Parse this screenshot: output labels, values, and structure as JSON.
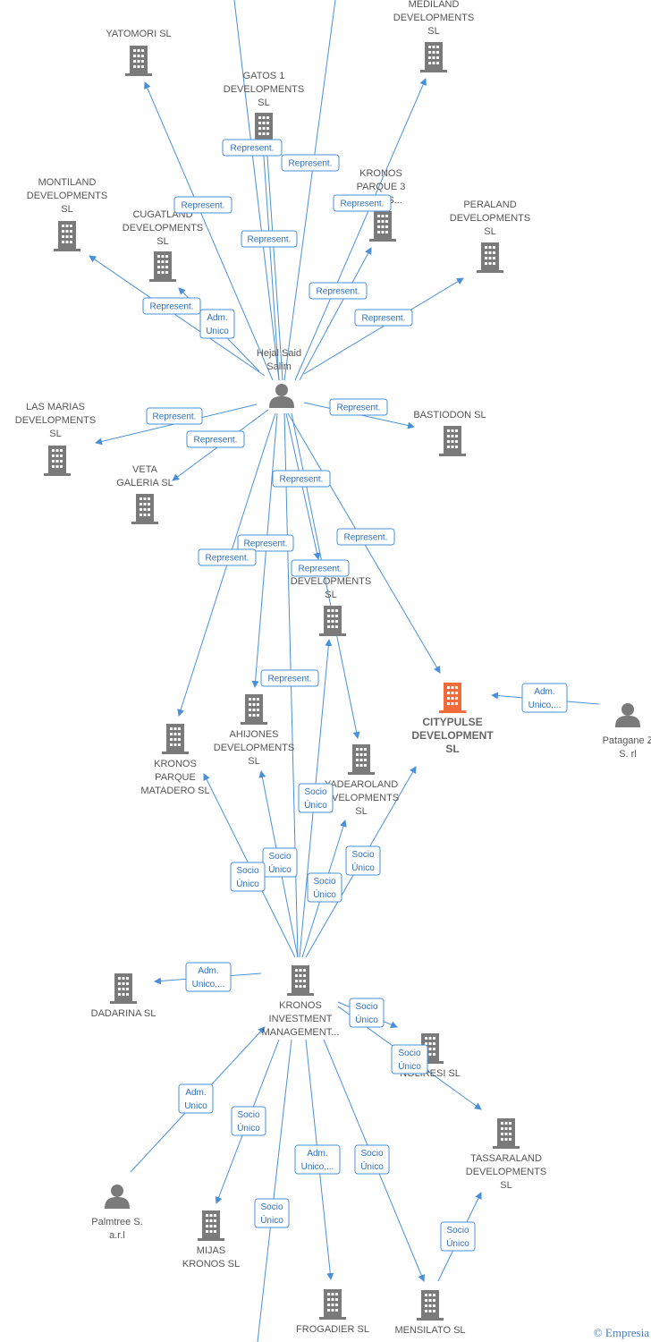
{
  "colors": {
    "edge": "#4a90d9",
    "node": "#7a7a7a",
    "highlight": "#f26b3a",
    "edge_label_text": "#2f6fbf"
  },
  "nodes": [
    {
      "id": "hejal",
      "type": "person",
      "label": [
        "Hejal Said",
        "Salim"
      ]
    },
    {
      "id": "patagane",
      "type": "person",
      "label": [
        "Patagane Z",
        "S. rl"
      ]
    },
    {
      "id": "palmtree",
      "type": "person",
      "label": [
        "Palmtree S.",
        "a.r.l"
      ]
    },
    {
      "id": "yatomori",
      "type": "company",
      "label": [
        "YATOMORI  SL"
      ]
    },
    {
      "id": "mediland",
      "type": "company",
      "label": [
        "MEDILAND",
        "DEVELOPMENTS",
        "SL"
      ]
    },
    {
      "id": "gatos",
      "type": "company",
      "label": [
        "GATOS 1",
        "DEVELOPMENTS",
        "SL"
      ]
    },
    {
      "id": "kronosp3",
      "type": "company",
      "label": [
        "KRONOS",
        "PARQUE 3",
        "...ENTS..."
      ]
    },
    {
      "id": "montiland",
      "type": "company",
      "label": [
        "MONTILAND",
        "DEVELOPMENTS",
        "SL"
      ]
    },
    {
      "id": "cugatland",
      "type": "company",
      "label": [
        "CUGATLAND",
        "DEVELOPMENTS",
        "SL"
      ]
    },
    {
      "id": "peraland",
      "type": "company",
      "label": [
        "PERALAND",
        "DEVELOPMENTS",
        "SL"
      ]
    },
    {
      "id": "lasmarias",
      "type": "company",
      "label": [
        "LAS MARIAS",
        "DEVELOPMENTS",
        "SL"
      ]
    },
    {
      "id": "bastiodon",
      "type": "company",
      "label": [
        "BASTIODON  SL"
      ]
    },
    {
      "id": "veta",
      "type": "company",
      "label": [
        "VETA",
        "GALERIA  SL"
      ]
    },
    {
      "id": "and",
      "type": "company",
      "label": [
        "...AND",
        "DEVELOPMENTS",
        "SL"
      ]
    },
    {
      "id": "citypulse",
      "type": "company",
      "highlight": true,
      "label": [
        "CITYPULSE",
        "DEVELOPMENT",
        "SL"
      ]
    },
    {
      "id": "ahijones",
      "type": "company",
      "label": [
        "AHIJONES",
        "DEVELOPMENTS",
        "SL"
      ]
    },
    {
      "id": "kronospm",
      "type": "company",
      "label": [
        "KRONOS",
        "PARQUE",
        "MATADERO  SL"
      ]
    },
    {
      "id": "yadearoland",
      "type": "company",
      "label": [
        "YADEAROLAND",
        "...VELOPMENTS",
        "SL"
      ]
    },
    {
      "id": "kronosinv",
      "type": "company",
      "label": [
        "KRONOS",
        "INVESTMENT",
        "MANAGEMENT..."
      ]
    },
    {
      "id": "dadarina",
      "type": "company",
      "label": [
        "DADARINA  SL"
      ]
    },
    {
      "id": "noliresi",
      "type": "company",
      "label": [
        "NOLIRESI  SL"
      ]
    },
    {
      "id": "tassaraland",
      "type": "company",
      "label": [
        "TASSARALAND",
        "DEVELOPMENTS",
        "SL"
      ]
    },
    {
      "id": "mijas",
      "type": "company",
      "label": [
        "MIJAS",
        "KRONOS  SL"
      ]
    },
    {
      "id": "frogadier",
      "type": "company",
      "label": [
        "FROGADIER  SL"
      ]
    },
    {
      "id": "mensilato",
      "type": "company",
      "label": [
        "MENSILATO  SL"
      ]
    }
  ],
  "edge_labels": [
    {
      "id": "e1",
      "text": [
        "Represent."
      ]
    },
    {
      "id": "e2",
      "text": [
        "Represent."
      ]
    },
    {
      "id": "e3",
      "text": [
        "Represent."
      ]
    },
    {
      "id": "e4",
      "text": [
        "Represent."
      ]
    },
    {
      "id": "e5",
      "text": [
        "Represent."
      ]
    },
    {
      "id": "e6",
      "text": [
        "Represent."
      ]
    },
    {
      "id": "e7",
      "text": [
        "Represent."
      ]
    },
    {
      "id": "e8",
      "text": [
        "Represent."
      ]
    },
    {
      "id": "e9",
      "text": [
        "Adm.",
        "Unico"
      ]
    },
    {
      "id": "e10",
      "text": [
        "Represent."
      ]
    },
    {
      "id": "e11",
      "text": [
        "Represent."
      ]
    },
    {
      "id": "e12",
      "text": [
        "Represent."
      ]
    },
    {
      "id": "e13",
      "text": [
        "Represent."
      ]
    },
    {
      "id": "e14",
      "text": [
        "Represent."
      ]
    },
    {
      "id": "e15",
      "text": [
        "Represent."
      ]
    },
    {
      "id": "e16",
      "text": [
        "Represent."
      ]
    },
    {
      "id": "e17",
      "text": [
        "Represent."
      ]
    },
    {
      "id": "e18",
      "text": [
        "Represent."
      ]
    },
    {
      "id": "e19",
      "text": [
        "Adm.",
        "Unico,..."
      ]
    },
    {
      "id": "e20",
      "text": [
        "Socio",
        "Único"
      ]
    },
    {
      "id": "e21",
      "text": [
        "Socio",
        "Único"
      ]
    },
    {
      "id": "e22",
      "text": [
        "Socio",
        "Único"
      ]
    },
    {
      "id": "e23",
      "text": [
        "Socio",
        "Único"
      ]
    },
    {
      "id": "e24",
      "text": [
        "Socio",
        "Único"
      ]
    },
    {
      "id": "e25",
      "text": [
        "Adm.",
        "Unico,..."
      ]
    },
    {
      "id": "e26",
      "text": [
        "Socio",
        "Único"
      ]
    },
    {
      "id": "e27",
      "text": [
        "Socio",
        "Único"
      ]
    },
    {
      "id": "e28",
      "text": [
        "Adm.",
        "Unico"
      ]
    },
    {
      "id": "e29",
      "text": [
        "Socio",
        "Único"
      ]
    },
    {
      "id": "e30",
      "text": [
        "Adm.",
        "Unico,..."
      ]
    },
    {
      "id": "e31",
      "text": [
        "Socio",
        "Único"
      ]
    },
    {
      "id": "e32",
      "text": [
        "Socio",
        "Único"
      ]
    },
    {
      "id": "e33",
      "text": [
        "Socio",
        "Único"
      ]
    }
  ],
  "watermark": {
    "symbol": "©",
    "brand": "Empresia"
  }
}
